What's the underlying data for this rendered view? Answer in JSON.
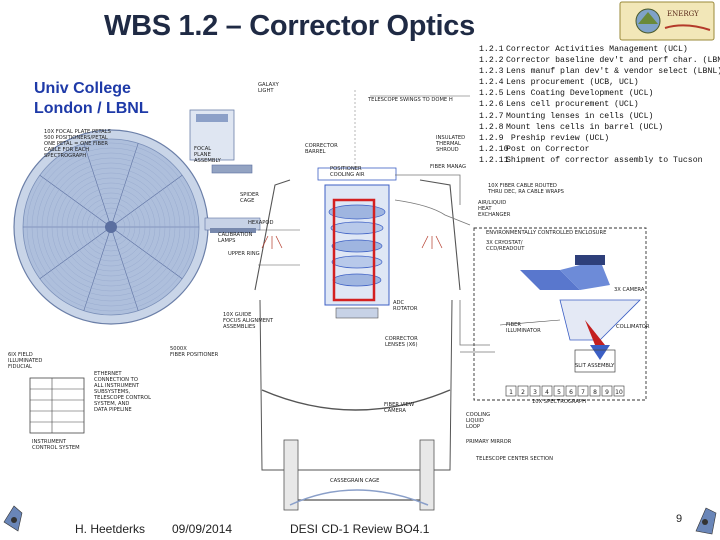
{
  "slide": {
    "title": "WBS 1.2 – Corrector Optics",
    "affiliation_line1": "Univ College",
    "affiliation_line2": "London   /  LBNL",
    "logo_text": "ENERGY",
    "page_number": "9"
  },
  "tasks": [
    {
      "code": "1.2.1",
      "text": "Corrector Activities Management (UCL)"
    },
    {
      "code": "1.2.2",
      "text": "Corrector baseline dev't and perf char. (LBNL)"
    },
    {
      "code": "1.2.3",
      "text": "Lens manuf plan dev't & vendor select (LBNL)"
    },
    {
      "code": "1.2.4",
      "text": "Lens procurement  (UCB, UCL)"
    },
    {
      "code": "1.2.5",
      "text": "Lens Coating Development (UCL)"
    },
    {
      "code": "1.2.6",
      "text": "Lens cell procurement (UCL)"
    },
    {
      "code": "1.2.7",
      "text": "Mounting lenses in cells (UCL)"
    },
    {
      "code": "1.2.8",
      "text": "Mount lens cells in barrel (UCL)"
    },
    {
      "code": "1.2.9",
      "text": " Preship review (UCL)"
    },
    {
      "code": "1.2.10",
      "text": "Post on Corrector"
    },
    {
      "code": "1.2.11",
      "text": "Shipment of corrector assembly to Tucson"
    }
  ],
  "footer": {
    "author": "H. Heetderks",
    "date": "09/09/2014",
    "review": "DESI CD-1 Review  BO4.1"
  },
  "diagram_labels": {
    "focal_plate": [
      "10X FOCAL PLATE PETALS",
      "500 POSITIONERS/PETAL",
      "ONE PETAL = ONE FIBER",
      "CABLE FOR EACH",
      "SPECTROGRAPH"
    ],
    "focal_plane": [
      "FOCAL",
      "PLANE",
      "ASSEMBLY"
    ],
    "galaxy_light": [
      "GALAXY",
      "LIGHT"
    ],
    "telescope_swings": "TELESCOPE SWINGS TO DOME H",
    "insulated": [
      "INSULATED",
      "THERMAL",
      "SHROUD"
    ],
    "fiber_manag": "FIBER MANAG",
    "positioner_cooling": [
      "POSITIONER",
      "COOLING AIR"
    ],
    "spider": [
      "SPIDER",
      "CAGE"
    ],
    "hexapod": "HEXAPOD",
    "calibration": [
      "CALIBRATION",
      "LAMPS"
    ],
    "upper_ring": "UPPER RING",
    "guide_focus": [
      "10X GUIDE",
      "FOCUS ALIGNMENT",
      "ASSEMBLIES"
    ],
    "fiber_positioner": [
      "5000X",
      "FIBER POSITIONER"
    ],
    "fiducial": [
      "6IX FIELD",
      "ILLUMINATED",
      "FIDUCIAL"
    ],
    "ethernet": [
      "ETHERNET",
      "CONNECTION TO",
      "ALL INSTRUMENT",
      "SUBSYSTEMS,",
      "TELESCOPE CONTROL",
      "SYSTEM, AND",
      "DATA PIPELINE"
    ],
    "instrument_control": [
      "INSTRUMENT",
      "CONTROL SYSTEM"
    ],
    "adc": [
      "ADC",
      "ROTATOR"
    ],
    "corrector_lenses": [
      "CORRECTOR",
      "LENSES (X6)"
    ],
    "corrector_barrel": [
      "CORRECTOR",
      "BARREL"
    ],
    "fiber_view": [
      "FIBER VIEW",
      "CAMERA"
    ],
    "cooling_liquid": [
      "COOLING",
      "LIQUID",
      "LOOP"
    ],
    "primary_mirror": "PRIMARY MIRROR",
    "telescope_center": "TELESCOPE CENTER SECTION",
    "cassegrain": "CASSEGRAIN CAGE",
    "fiber_cable": [
      "10X FIBER CABLE ROUTED",
      "THRU DEC, RA CABLE WRAPS"
    ],
    "air_liquid": [
      "AIR/LIQUID",
      "HEAT",
      "EXCHANGER"
    ],
    "enclosure": "ENVIRONMENTALLY CONTROLLED ENCLOSURE",
    "cryostat": [
      "3X CRYOSTAT/",
      "CCD/READOUT"
    ],
    "camera": "3X CAMERA",
    "fiber_illuminator": [
      "FIBER",
      "ILLUMINATOR"
    ],
    "collimator": "COLLIMATOR",
    "slit": "SLIT ASSEMBLY",
    "spectrograph": "10X SPECTROGRAPH",
    "spectrograph_numbers": [
      "1",
      "2",
      "3",
      "4",
      "5",
      "6",
      "7",
      "8",
      "9",
      "10"
    ]
  },
  "colors": {
    "title": "#1f2a44",
    "affiliation": "#1e3aa8",
    "highlight_box": "#d42020",
    "diagram_blue": "#3c5fc4"
  }
}
